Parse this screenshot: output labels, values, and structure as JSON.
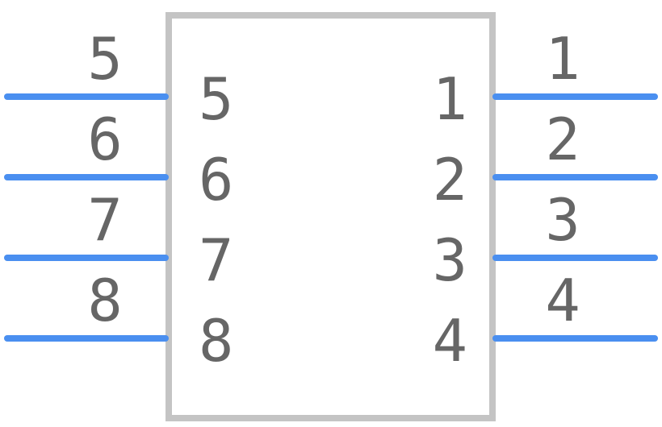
{
  "colors": {
    "body_outline": "#c4c4c4",
    "pin_line": "#4a8ff0",
    "text": "#666666",
    "background": "#ffffff"
  },
  "left_pins": [
    {
      "outer_label": "5",
      "inner_label": "5"
    },
    {
      "outer_label": "6",
      "inner_label": "6"
    },
    {
      "outer_label": "7",
      "inner_label": "7"
    },
    {
      "outer_label": "8",
      "inner_label": "8"
    }
  ],
  "right_pins": [
    {
      "outer_label": "1",
      "inner_label": "1"
    },
    {
      "outer_label": "2",
      "inner_label": "2"
    },
    {
      "outer_label": "3",
      "inner_label": "3"
    },
    {
      "outer_label": "4",
      "inner_label": "4"
    }
  ]
}
